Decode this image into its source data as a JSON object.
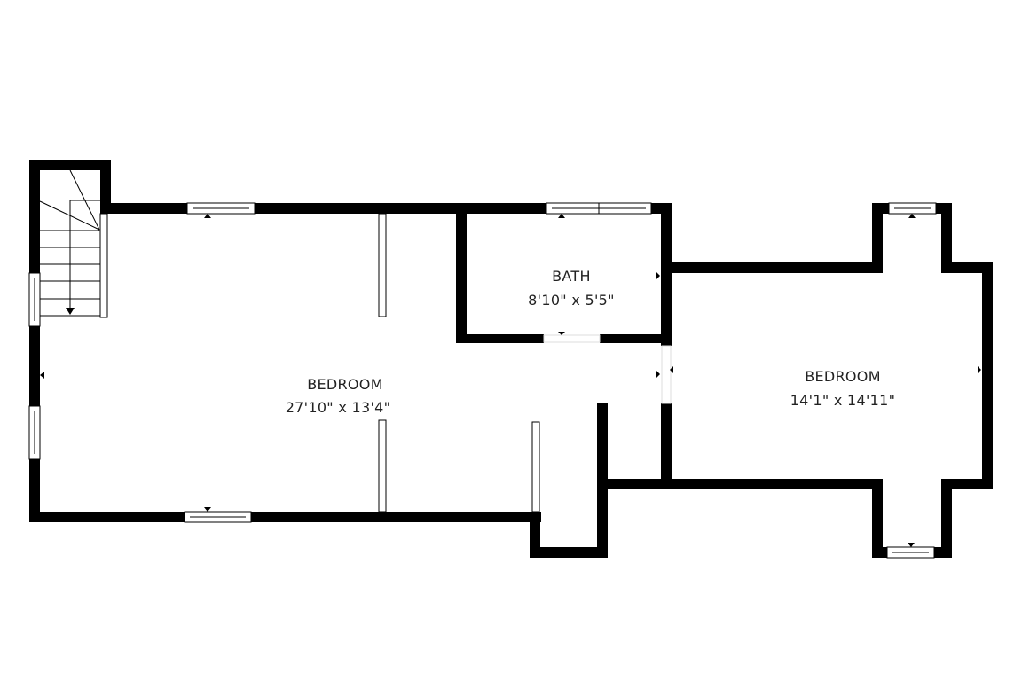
{
  "plan": {
    "rooms": [
      {
        "name": "BEDROOM",
        "dimensions": "27'10\" x 13'4\""
      },
      {
        "name": "BATH",
        "dimensions": "8'10\" x 5'5\""
      },
      {
        "name": "BEDROOM",
        "dimensions": "14'1\" x 14'11\""
      }
    ],
    "colors": {
      "wall": "#000000",
      "background": "#ffffff"
    }
  }
}
